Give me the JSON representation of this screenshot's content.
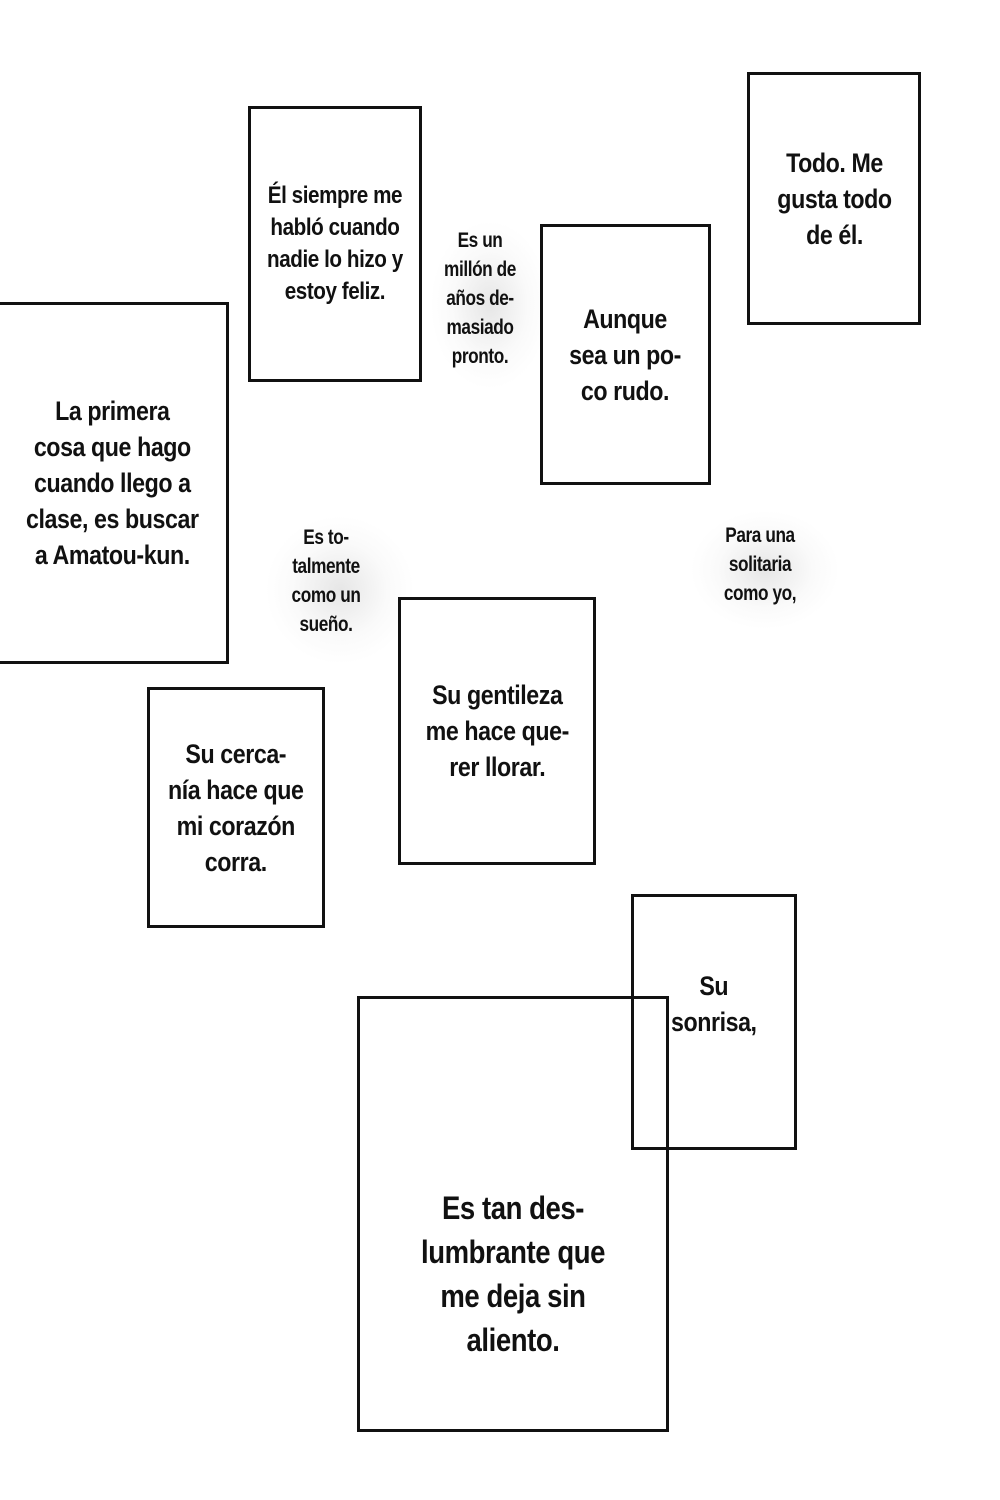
{
  "panels": {
    "siempre_hablo": "Él siempre me\nhabló cuando\nnadie lo hizo y\nestoy feliz.",
    "todo_me_gusta": "Todo. Me\ngusta todo\nde él.",
    "aunque_rudo": "Aunque\nsea un po-\nco rudo.",
    "primera_cosa": "La primera\ncosa que hago\ncuando llego a\nclase, es buscar\na Amatou-kun.",
    "gentileza": "Su gentileza\nme hace que-\nrer llorar.",
    "cercania": "Su cerca-\nnía hace que\nmi corazón\ncorra.",
    "sonrisa": "Su\nsonrisa,",
    "deslumbrante": "Es tan des-\nlumbrante que\nme deja sin\naliento."
  },
  "floating_text": {
    "millon_anos": "Es un\nmillón de\naños de-\nmasiado\npronto.",
    "totalmente_sueno": "Es to-\ntalmente\ncomo un\nsueño.",
    "solitaria": "Para una\nsolitaria\ncomo yo,"
  }
}
